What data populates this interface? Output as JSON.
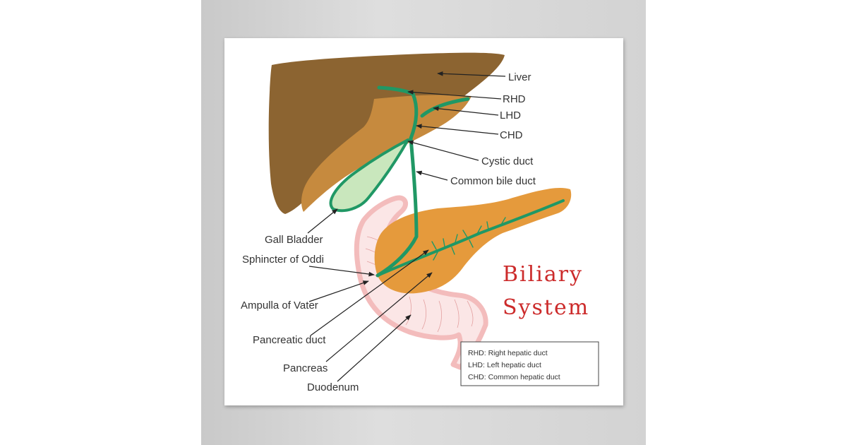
{
  "labels": {
    "liver": "Liver",
    "rhd": "RHD",
    "lhd": "LHD",
    "chd": "CHD",
    "cystic_duct": "Cystic duct",
    "common_bile_duct": "Common bile duct",
    "gall_bladder": "Gall Bladder",
    "sphincter_of_oddi": "Sphincter of Oddi",
    "ampulla_of_vater": "Ampulla of Vater",
    "pancreatic_duct": "Pancreatic duct",
    "pancreas": "Pancreas",
    "duodenum": "Duodenum"
  },
  "title": {
    "line1": "Biliary",
    "line2": "System"
  },
  "legend": {
    "rhd": "RHD: Right hepatic duct",
    "lhd": "LHD: Left hepatic duct",
    "chd": "CHD: Common hepatic duct"
  },
  "colors": {
    "liver_dark": "#8c6431",
    "liver_light": "#c68a3e",
    "gallbladder": "#c9e7bd",
    "duct": "#209865",
    "pancreas": "#e59a3c",
    "duodenum": "#f3bcbc",
    "title": "#cc2b2b"
  }
}
